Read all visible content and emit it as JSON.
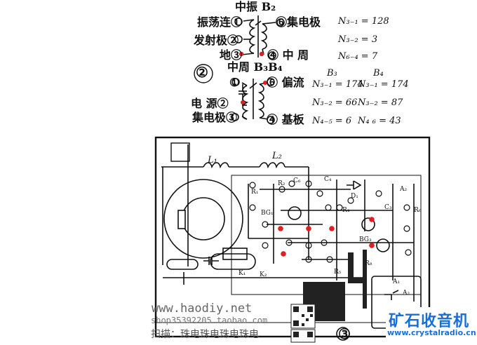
{
  "diagram1": {
    "title": "中振 B₂",
    "pins": {
      "p1": "振荡连①",
      "p2": "发射极②",
      "p3": "地③",
      "p6": "⑥集电极",
      "p4": "④ 中 周"
    },
    "turns": [
      "N₃₋₁ = 128",
      "N₃₋₂ = 3",
      "N₆₋₄ = 7"
    ]
  },
  "diagram2": {
    "number": "②",
    "title": "中周 B₃B₄",
    "pins": {
      "p1": "①",
      "p2": "电 源②",
      "p3": "集电极③",
      "p6": "⑥ 偏流",
      "p4": "④ 基板"
    },
    "col_b3": "B₃",
    "col_b4": "B₄",
    "turns_b3": [
      "N₃₋₁ = 174",
      "N₃₋₂ = 66",
      "N₄₋₅ = 6"
    ],
    "turns_b4": [
      "N₃₋₁ = 174",
      "N₃₋₂ = 87",
      "N₄ ₆ = 43"
    ]
  },
  "board": {
    "number": "③",
    "labels": {
      "L1": "L₁",
      "L2": "L₂",
      "R2": "R₂",
      "C4": "C₄",
      "C6": "C₆",
      "D1": "D₁",
      "A2": "A₂",
      "R4": "R₄",
      "C3": "C₃",
      "R6": "R₆",
      "BG1": "BG₁",
      "BG3": "BG₃",
      "R1": "R₁",
      "R8": "R₈",
      "R5": "R₅",
      "K1": "K₁",
      "K2": "K₂",
      "A1": "A₁",
      "A2b": "A₂"
    }
  },
  "watermark": {
    "site": "www.haodiy.net",
    "line2": "shop35392205.taobao.com",
    "line3": "扫描：珠电珠电珠电珠电"
  },
  "brand": {
    "name": "矿石收音机",
    "url": "www.crystalradio.cn"
  },
  "colors": {
    "ink": "#111111",
    "marker": "#e02020",
    "brand": "#1a6fd0"
  }
}
